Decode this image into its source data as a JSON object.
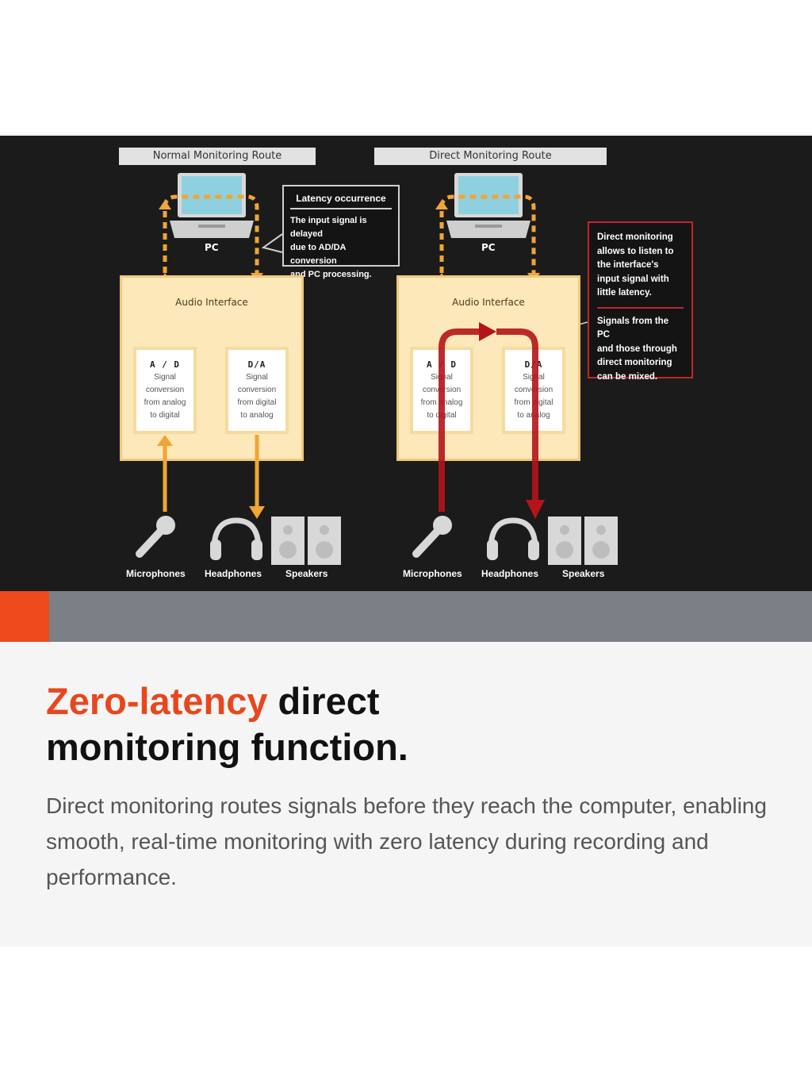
{
  "left_route": {
    "title": "Normal Monitoring Route",
    "pc_label": "PC",
    "interface_label": "Audio Interface",
    "ad": {
      "title": "A / D",
      "desc": "Signal\nconversion\nfrom analog\nto digital"
    },
    "da": {
      "title": "D/A",
      "desc": "Signal\nconversion\nfrom digital\nto analog"
    },
    "devices": {
      "mic": "Microphones",
      "headphones": "Headphones",
      "speakers": "Speakers"
    }
  },
  "right_route": {
    "title": "Direct Monitoring Route",
    "pc_label": "PC",
    "interface_label": "Audio Interface",
    "ad": {
      "title": "A / D",
      "desc": "Signal\nconversion\nfrom analog\nto digital"
    },
    "da": {
      "title": "D/A",
      "desc": "Signal\nconversion\nfrom digital\nto analog"
    },
    "devices": {
      "mic": "Microphones",
      "headphones": "Headphones",
      "speakers": "Speakers"
    }
  },
  "latency_callout": {
    "heading": "Latency occurrence",
    "body": "The input signal is delayed\ndue to AD/DA conversion\nand PC processing."
  },
  "direct_callout": {
    "text1": "Direct monitoring\nallows to listen to\nthe interface's\ninput signal with\nlittle latency.",
    "text2": "Signals from the PC\nand those through\ndirect monitoring\ncan be mixed."
  },
  "headline": {
    "accent": "Zero-latency",
    "line1_rest": " direct",
    "line2": "monitoring function."
  },
  "body_text": "Direct monitoring routes signals before they reach the computer, enabling smooth, real-time monitoring with zero latency during recording and performance.",
  "colors": {
    "panel_bg": "#1b1b1b",
    "interface_fill": "#fde8b9",
    "normal_signal": "#f0a534",
    "direct_signal": "#b3151b",
    "accent_orange": "#ee4a1e",
    "headline_accent": "#e8471c",
    "bar_gray": "#7a8086"
  },
  "icons": [
    "laptop-icon",
    "microphone-icon",
    "headphones-icon",
    "speakers-icon"
  ]
}
